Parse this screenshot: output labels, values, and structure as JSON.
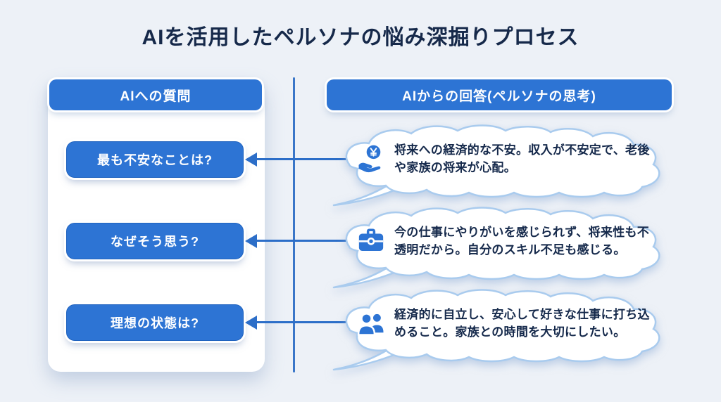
{
  "title": "AIを活用したペルソナの悩み深掘りプロセス",
  "colors": {
    "background": "#edf1f7",
    "accent_blue": "#2d74d4",
    "line_blue": "#2c6ec8",
    "cloud_border": "#a9cbee",
    "text_dark": "#15294b"
  },
  "questions_panel": {
    "header": "AIへの質問",
    "items": [
      {
        "label": "最も不安なことは?"
      },
      {
        "label": "なぜそう思う?"
      },
      {
        "label": "理想の状態は?"
      }
    ]
  },
  "answers_panel": {
    "header": "AIからの回答(ペルソナの思考)",
    "items": [
      {
        "icon": "yen-hand-icon",
        "text": "将来への経済的な不安。収入が不安定で、老後や家族の将来が心配。"
      },
      {
        "icon": "briefcase-icon",
        "text": "今の仕事にやりがいを感じられず、将来性も不透明だから。自分のスキル不足も感じる。"
      },
      {
        "icon": "people-icon",
        "text": "経済的に自立し、安心して好きな仕事に打ち込めること。家族との時間を大切にしたい。"
      }
    ]
  }
}
